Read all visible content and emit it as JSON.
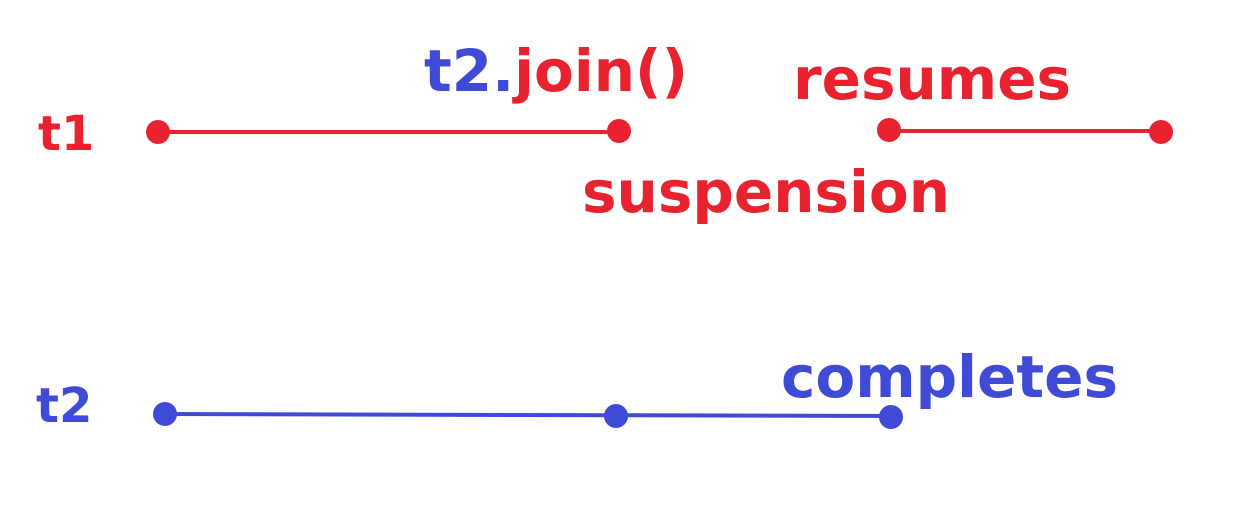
{
  "colors": {
    "red": "#e8222f",
    "blue": "#3f4bd6",
    "background": "#ffffff"
  },
  "threads": {
    "t1": {
      "label": "t1",
      "color": "red"
    },
    "t2": {
      "label": "t2",
      "color": "blue"
    }
  },
  "events": {
    "join_call": {
      "prefix": "t2.",
      "method": "join()"
    },
    "suspension": "suspension",
    "resumes": "resumes",
    "completes": "completes"
  }
}
